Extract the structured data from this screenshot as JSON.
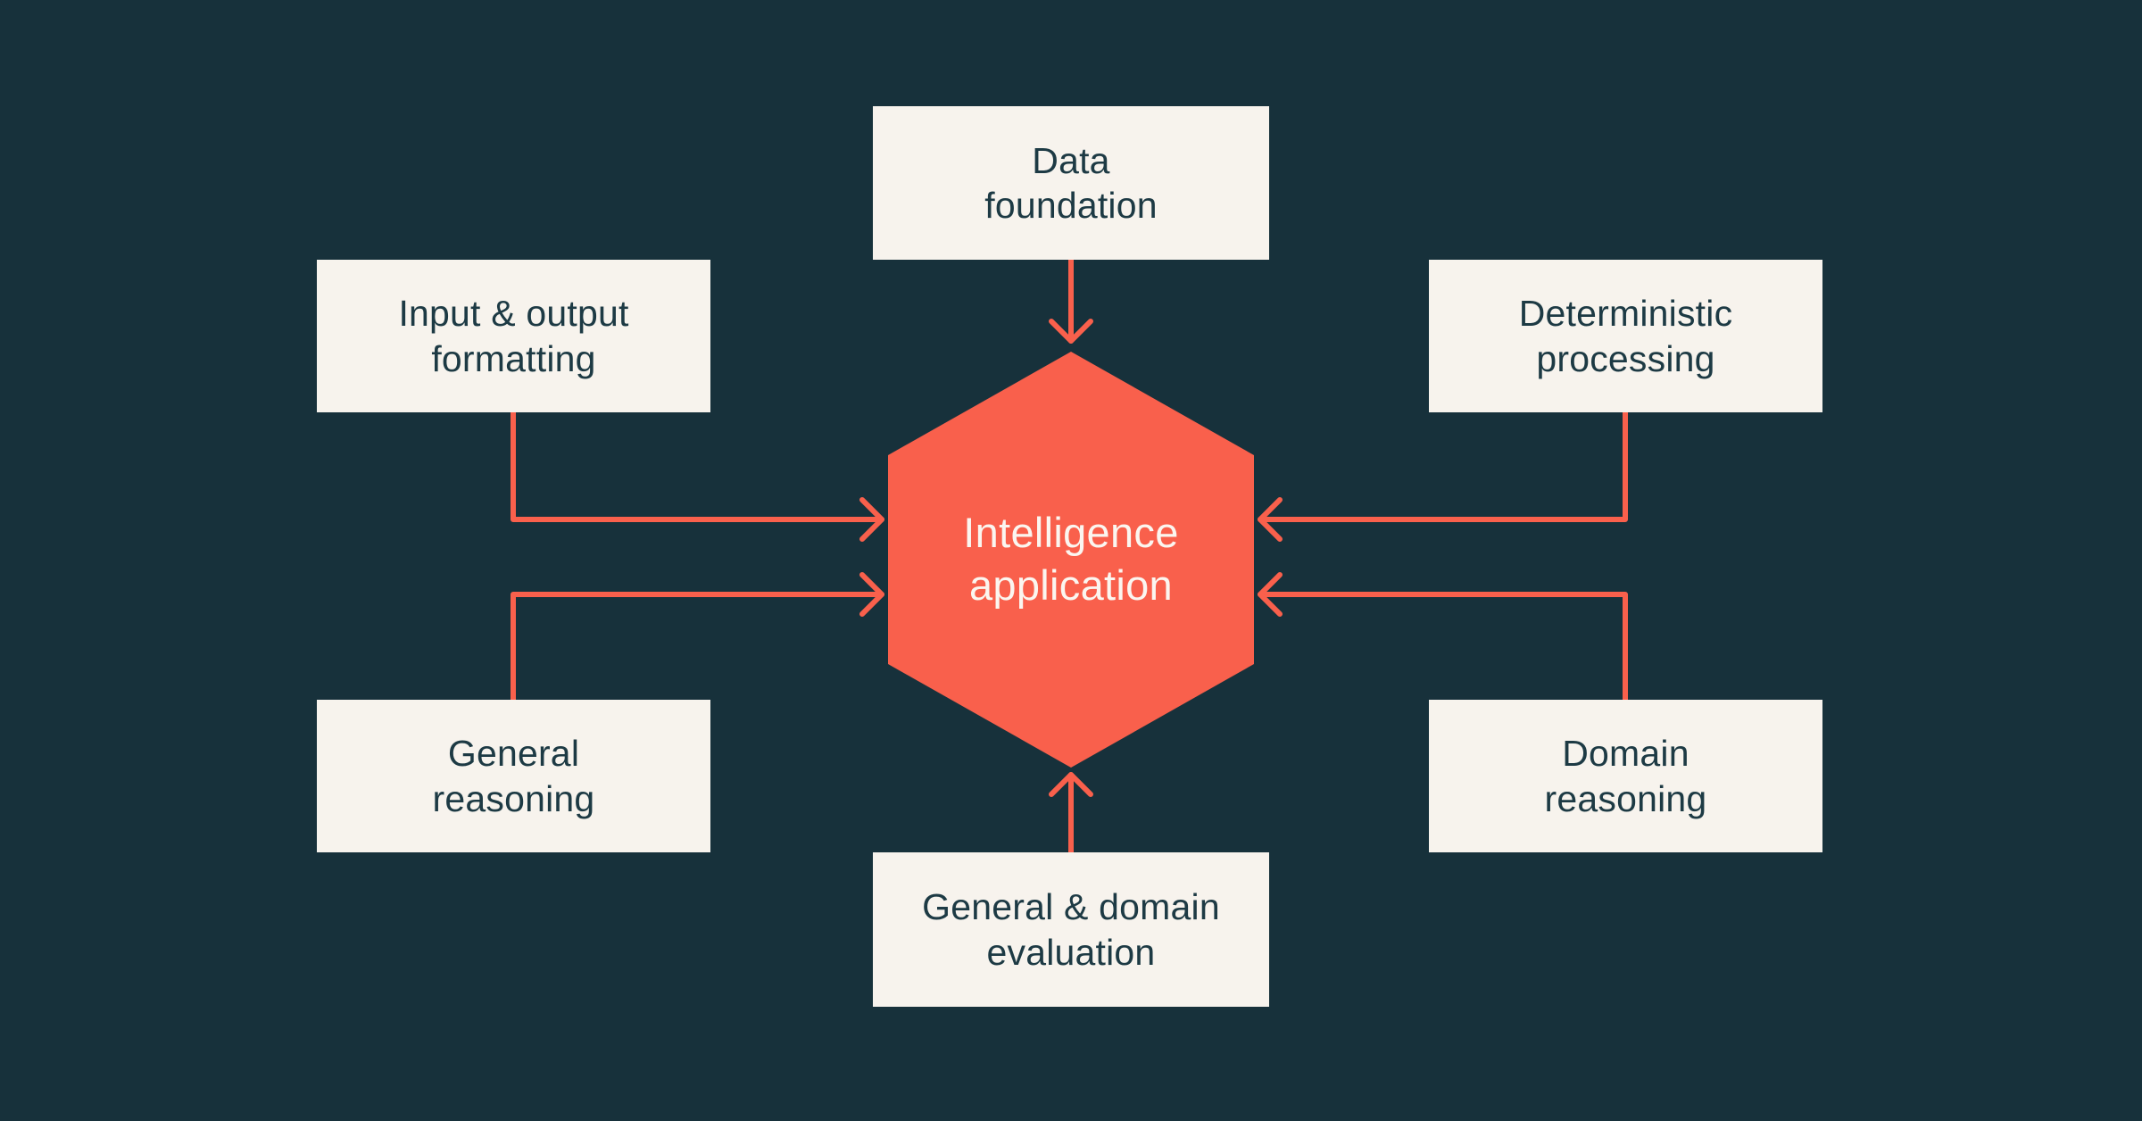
{
  "colors": {
    "background": "#17313b",
    "node_fill": "#f7f3ed",
    "accent": "#f9604c",
    "node_text": "#1d3a44",
    "center_text": "#fbf6f0"
  },
  "diagram": {
    "type": "hub-and-spoke",
    "center": {
      "id": "intelligence-application",
      "label": "Intelligence\napplication",
      "shape": "hexagon"
    },
    "nodes": [
      {
        "id": "data-foundation",
        "label": "Data\nfoundation",
        "position": "top"
      },
      {
        "id": "input-output-formatting",
        "label": "Input & output\nformatting",
        "position": "upper-left"
      },
      {
        "id": "deterministic-processing",
        "label": "Deterministic\nprocessing",
        "position": "upper-right"
      },
      {
        "id": "general-reasoning",
        "label": "General\nreasoning",
        "position": "lower-left"
      },
      {
        "id": "domain-reasoning",
        "label": "Domain\nreasoning",
        "position": "lower-right"
      },
      {
        "id": "general-domain-evaluation",
        "label": "General & domain\nevaluation",
        "position": "bottom"
      }
    ],
    "edges": [
      {
        "from": "data-foundation",
        "to": "intelligence-application"
      },
      {
        "from": "input-output-formatting",
        "to": "intelligence-application"
      },
      {
        "from": "deterministic-processing",
        "to": "intelligence-application"
      },
      {
        "from": "general-reasoning",
        "to": "intelligence-application"
      },
      {
        "from": "domain-reasoning",
        "to": "intelligence-application"
      },
      {
        "from": "general-domain-evaluation",
        "to": "intelligence-application"
      }
    ]
  }
}
